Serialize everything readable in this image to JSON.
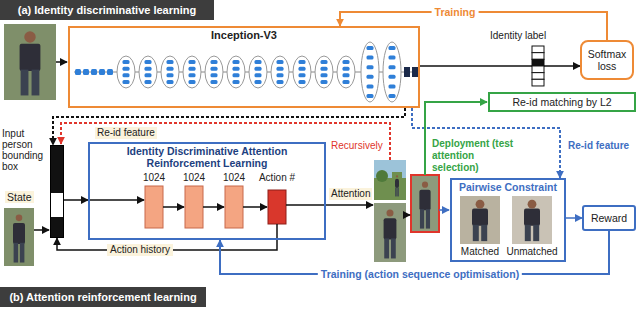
{
  "diagram": {
    "nodes": [
      {
        "text": [
          "(a) Identity discriminative learning"
        ]
      },
      {
        "text": [
          "Inception-V3"
        ]
      },
      {
        "text": [
          "Softmax loss"
        ]
      },
      {
        "text": [
          "Re-id matching by L2"
        ]
      },
      {
        "text": [
          "State"
        ]
      },
      {
        "text": [
          "Identity Discriminative Attention Reinforcement Learning"
        ]
      },
      {
        "text": [
          "Pairwise Constraint",
          "Matched",
          "Unmatched"
        ]
      },
      {
        "text": [
          "Reward"
        ]
      },
      {
        "text": [
          "(b) Attention reinforcement learning"
        ]
      }
    ],
    "edges": [
      {
        "from": 2,
        "to": 1,
        "arrow": "to",
        "label": "Training"
      },
      {
        "from": 1,
        "to": 2,
        "arrow": "to"
      },
      {
        "from": 1,
        "to": 4,
        "arrow": "to",
        "label": "Re-id feature"
      },
      {
        "from": 1,
        "to": 6,
        "arrow": "to",
        "label": "Re-id feature"
      },
      {
        "from": 4,
        "to": 5,
        "arrow": "to"
      },
      {
        "from": 5,
        "to": 4,
        "arrow": "to",
        "label": "Action history"
      },
      {
        "from": 6,
        "to": 7,
        "arrow": "to"
      },
      {
        "from": 7,
        "to": 5,
        "arrow": "to",
        "label": "Training (action sequence optimisation)"
      }
    ],
    "labels": [
      "Identity label",
      "Input person bounding box",
      "1024",
      "1024",
      "1024",
      "Action #",
      "Attention",
      "Recursively",
      "Deployment (test attention selection)"
    ]
  }
}
